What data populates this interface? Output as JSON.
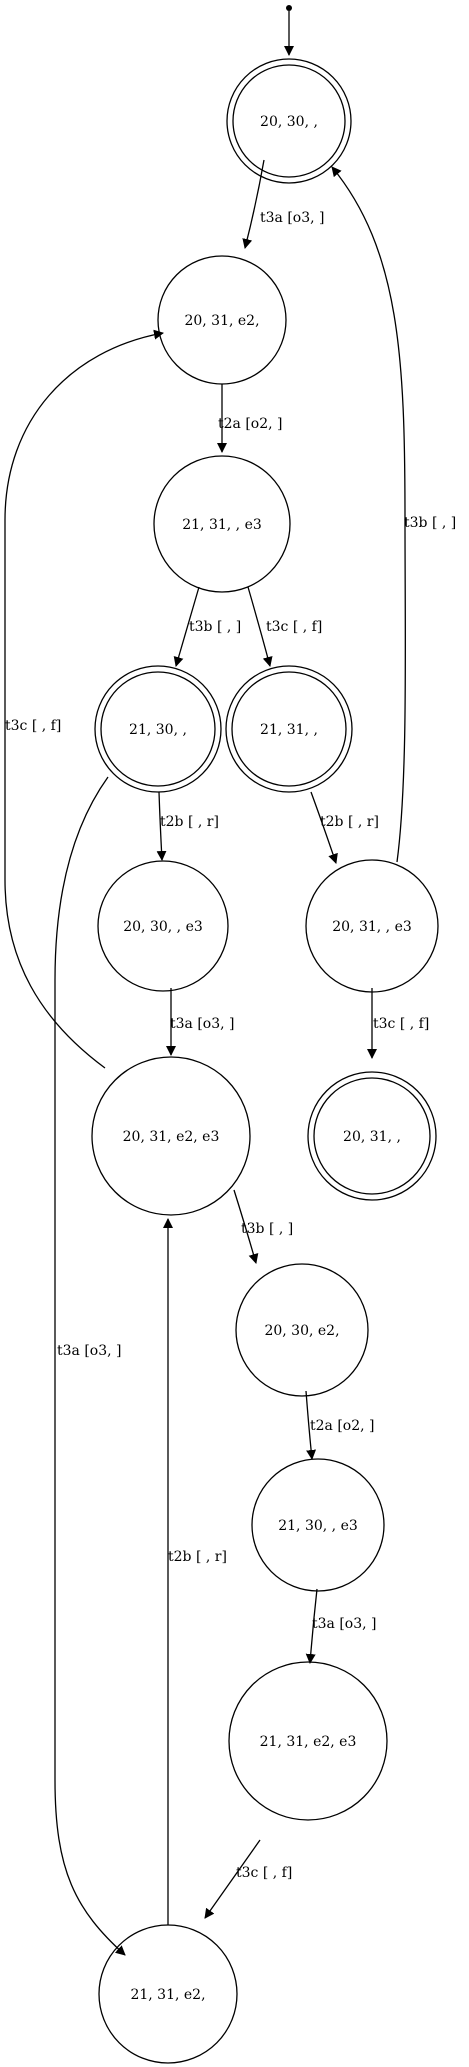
{
  "nodes": {
    "n1": {
      "label": "20, 30, ,",
      "accepting": true
    },
    "n2": {
      "label": "20, 31, e2,",
      "accepting": false
    },
    "n3": {
      "label": "21, 31, , e3",
      "accepting": false
    },
    "n4": {
      "label": "21, 30, ,",
      "accepting": true
    },
    "n5": {
      "label": "21, 31, ,",
      "accepting": true
    },
    "n6": {
      "label": "20, 30, , e3",
      "accepting": false
    },
    "n7": {
      "label": "20, 31, , e3",
      "accepting": false
    },
    "n8": {
      "label": "20, 31, e2, e3",
      "accepting": false
    },
    "n9": {
      "label": "20, 31, ,",
      "accepting": true
    },
    "n10": {
      "label": "20, 30, e2,",
      "accepting": false
    },
    "n11": {
      "label": "21, 30, , e3",
      "accepting": false
    },
    "n12": {
      "label": "21, 31, e2, e3",
      "accepting": false
    },
    "n13": {
      "label": "21, 31, e2,",
      "accepting": false
    }
  },
  "edges": {
    "e1": {
      "from": "n1",
      "to": "n2",
      "label": "t3a [o3,  ]"
    },
    "e2": {
      "from": "n2",
      "to": "n3",
      "label": "t2a [o2,  ]"
    },
    "e3": {
      "from": "n3",
      "to": "n4",
      "label": "t3b [ ,  ]"
    },
    "e4": {
      "from": "n3",
      "to": "n5",
      "label": "t3c [ , f]"
    },
    "e5": {
      "from": "n4",
      "to": "n6",
      "label": "t2b [ , r]"
    },
    "e6": {
      "from": "n5",
      "to": "n7",
      "label": "t2b [ , r]"
    },
    "e7": {
      "from": "n7",
      "to": "n1",
      "label": "t3b [ ,  ]"
    },
    "e8": {
      "from": "n7",
      "to": "n9",
      "label": "t3c [ , f]"
    },
    "e9": {
      "from": "n6",
      "to": "n8",
      "label": "t3a [o3,  ]"
    },
    "e10": {
      "from": "n8",
      "to": "n2",
      "label": "t3c [ , f]"
    },
    "e11": {
      "from": "n4",
      "to": "n13",
      "label": "t3a [o3,  ]"
    },
    "e12": {
      "from": "n8",
      "to": "n10",
      "label": "t3b [ ,  ]"
    },
    "e13": {
      "from": "n10",
      "to": "n11",
      "label": "t2a [o2,  ]"
    },
    "e14": {
      "from": "n11",
      "to": "n12",
      "label": "t3a [o3,  ]"
    },
    "e15": {
      "from": "n12",
      "to": "n13",
      "label": "t3c [ , f]"
    },
    "e16": {
      "from": "n13",
      "to": "n8",
      "label": "t2b [ , r]"
    }
  }
}
